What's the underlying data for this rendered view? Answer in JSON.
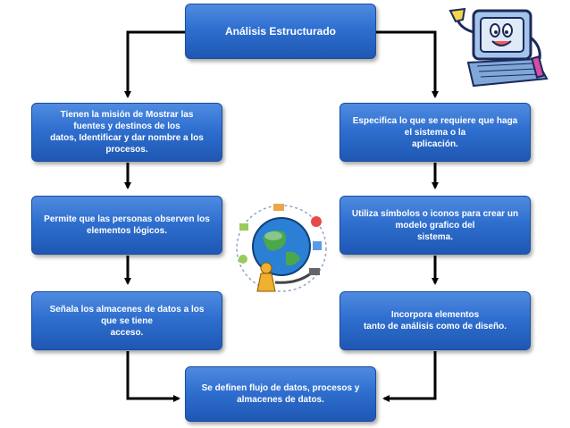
{
  "diagram": {
    "title": "Análisis Estructurado",
    "left": [
      "Tienen la misión de Mostrar las\nfuentes y destinos de los\ndatos, Identificar y dar nombre a los\nprocesos.",
      "Permite que las personas observen los\nelementos lógicos.",
      "Señala los almacenes de datos a los\nque se tiene\nacceso."
    ],
    "right": [
      "Especifica lo que se requiere que haga\nel sistema o la\naplicación.",
      "Utiliza símbolos o iconos para crear un\nmodelo grafico del\nsistema.",
      "Incorpora elementos\ntanto de análisis como de diseño."
    ],
    "bottom": "Se definen flujo de datos, procesos y\nalmacenes de datos."
  },
  "colors": {
    "box_fill": "#2f6fcf",
    "box_border": "#1a4da0",
    "box_text": "#ffffff",
    "connector": "#000000"
  },
  "icons": [
    "computer-character-icon",
    "globe-network-icon"
  ]
}
